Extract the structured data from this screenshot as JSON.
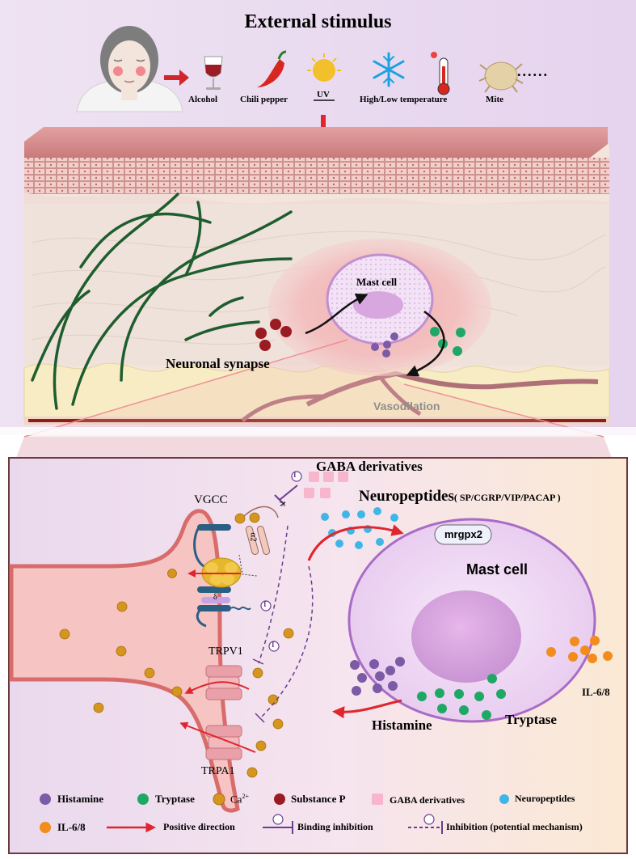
{
  "title": "External stimulus",
  "stimuli": [
    "Alcohol",
    "Chili pepper",
    "UV",
    "High/Low temperature",
    "Mite"
  ],
  "stimulus_trail": "......",
  "top_panel": {
    "mast_cell": "Mast cell",
    "neuronal_synapse": "Neuronal synapse",
    "vasodilation": "Vasodilation"
  },
  "bottom_panel": {
    "gaba": "GABA derivatives",
    "neuropeptides": "Neuropeptides",
    "neuropeptide_types": "( SP/CGRP/VIP/PACAP )",
    "vgcc": "VGCC",
    "alpha2": "α2",
    "delta": "δ",
    "n_term": "N",
    "mrgpx2": "mrgpx2",
    "mast_cell": "Mast cell",
    "trpv1": "TRPV1",
    "trpa1": "TRPA1",
    "histamine": "Histamine",
    "tryptase": "Tryptase",
    "il": "IL-6/8",
    "inhibit_symbol": "I"
  },
  "legend": {
    "histamine": "Histamine",
    "tryptase": "Tryptase",
    "ca": "Ca",
    "ca_sup": "2+",
    "substance_p": "Substance P",
    "gaba": "GABA derivatives",
    "neuropeptides": "Neuropeptides",
    "il": "IL-6/8",
    "positive": "Positive direction",
    "binding": "Binding inhibition",
    "inhibition": "Inhibition (potential mechanism)"
  },
  "colors": {
    "histamine": "#7b5aa6",
    "tryptase": "#1fa865",
    "calcium": "#d4961e",
    "substance_p": "#9b1b22",
    "gaba": "#f7b6cc",
    "neuropeptide": "#3fb7e6",
    "il": "#f28c1c",
    "arrow": "#e0262c",
    "inhibit": "#6a3d8f",
    "nerve": "#1e5e2e"
  }
}
